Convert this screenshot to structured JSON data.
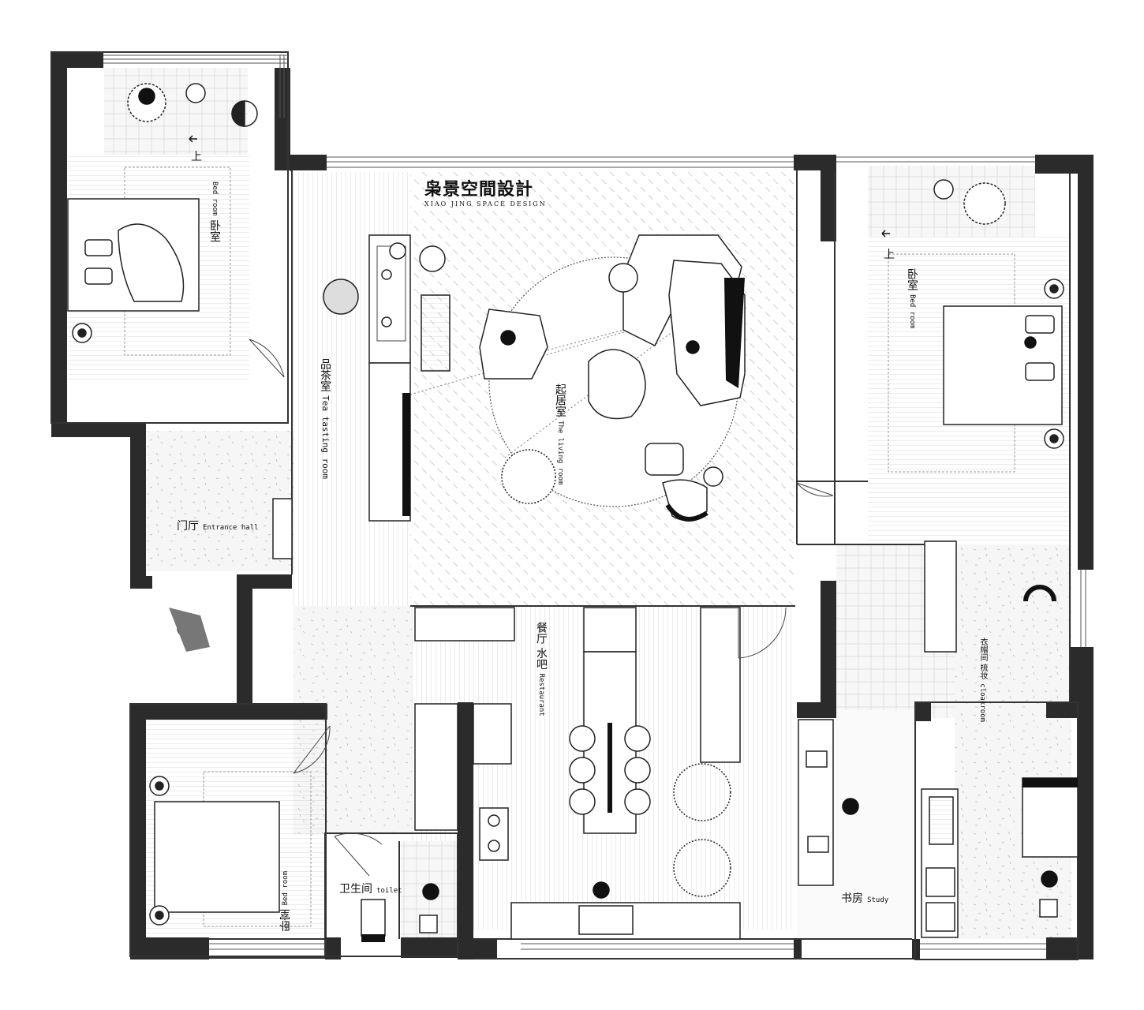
{
  "brand": {
    "name_cn": "枭景空間設計",
    "name_en": "XIAO JING SPACE DESIGN"
  },
  "rooms": {
    "bedroom_top_left": {
      "cn": "卧室",
      "en": "Bed room"
    },
    "stair_mark_left": "上",
    "tea_room": {
      "cn": "品茶室",
      "en": "Tea tasting room"
    },
    "living_room": {
      "cn": "起居室",
      "en": "The living room"
    },
    "entrance": {
      "cn": "门厅",
      "en": "Entrance hall"
    },
    "bedroom_right": {
      "cn": "卧室",
      "en": "Bed room"
    },
    "stair_mark_right": "上",
    "restaurant": {
      "cn": "餐厅 水吧",
      "en": "Restaurant"
    },
    "cloakroom": {
      "cn": "衣帽间 梳妆",
      "en": "cloakroom"
    },
    "toilet": {
      "cn": "卫生间",
      "en": "toilet"
    },
    "study": {
      "cn": "书房",
      "en": "Study"
    },
    "bedroom_bottom_left": {
      "cn": "卧室",
      "en": "Bed room"
    }
  },
  "colors": {
    "wall": "#2b2b2b",
    "line": "#333333",
    "paper": "#ffffff",
    "tile": "#f4f4f4"
  }
}
